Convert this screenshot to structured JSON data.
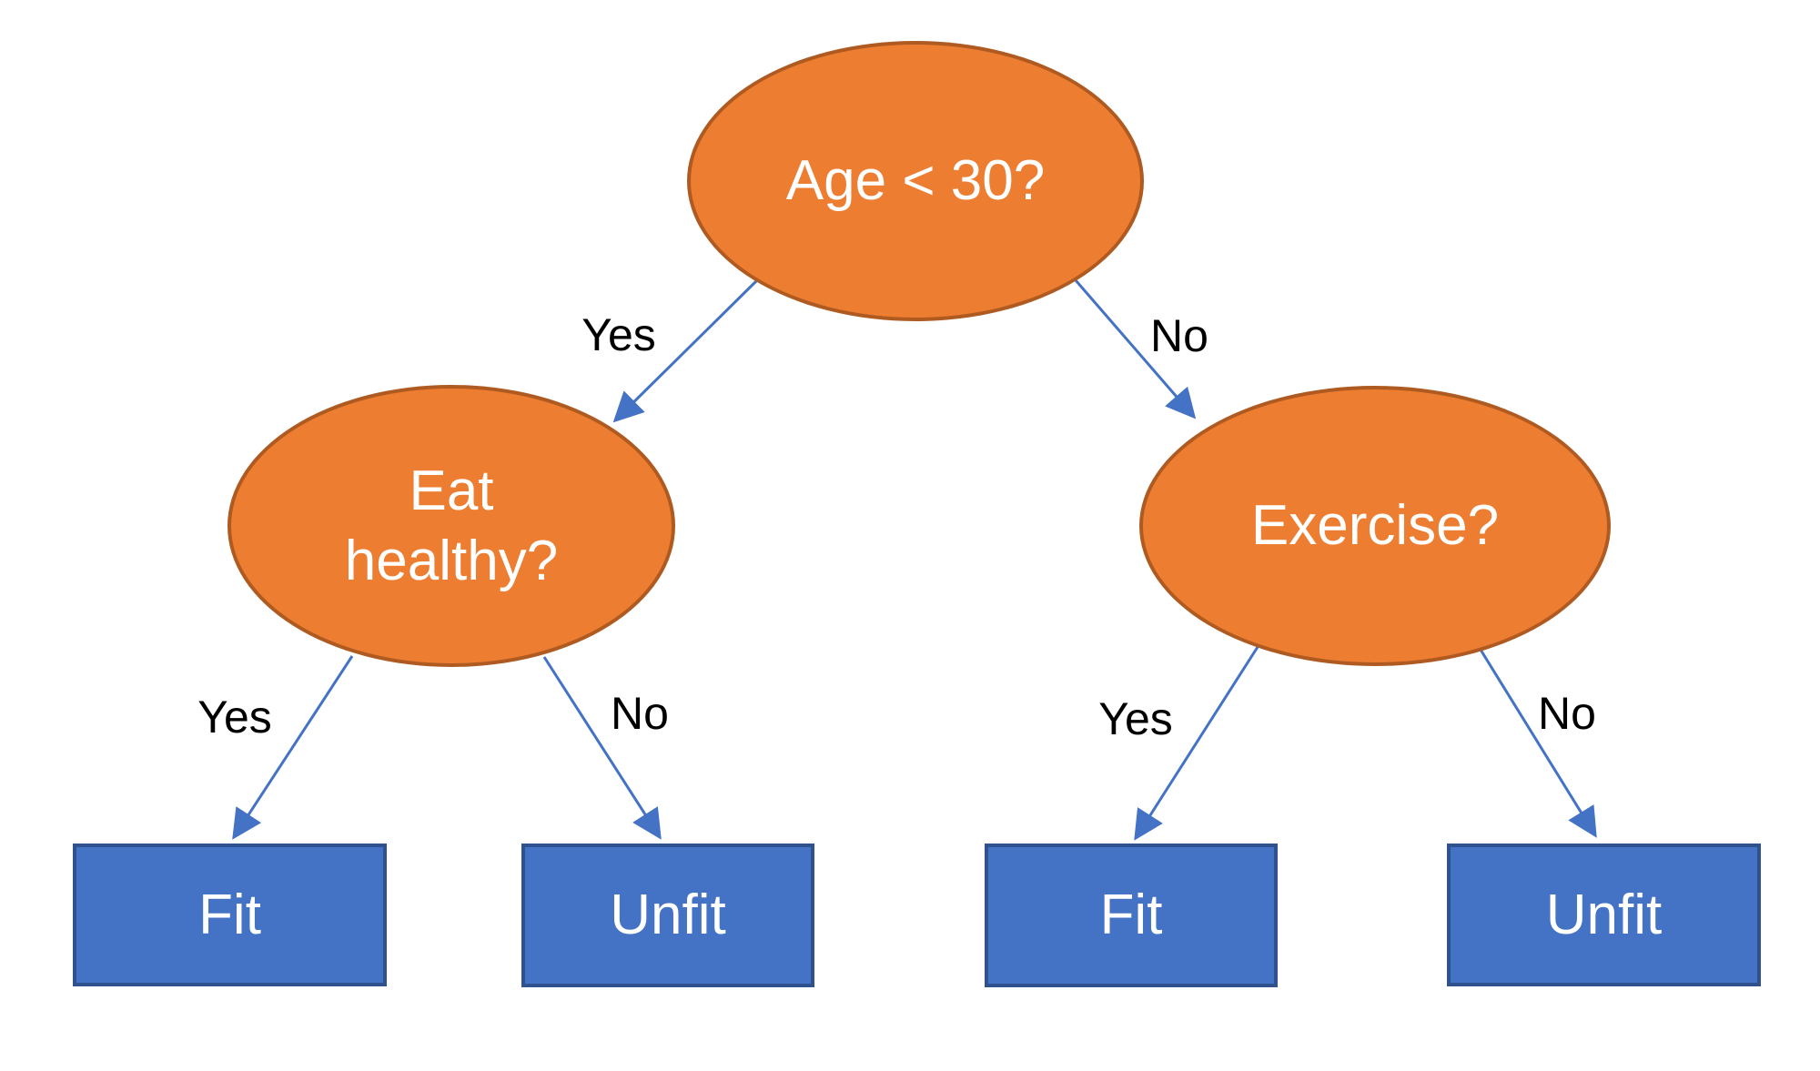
{
  "diagram": {
    "type": "decision-tree",
    "nodes": {
      "root": {
        "label": "Age < 30?",
        "shape": "ellipse",
        "role": "decision"
      },
      "eat_healthy": {
        "label": "Eat healthy?",
        "shape": "ellipse",
        "role": "decision"
      },
      "exercise": {
        "label": "Exercise?",
        "shape": "ellipse",
        "role": "decision"
      },
      "fit_left": {
        "label": "Fit",
        "shape": "rectangle",
        "role": "outcome"
      },
      "unfit_left": {
        "label": "Unfit",
        "shape": "rectangle",
        "role": "outcome"
      },
      "fit_right": {
        "label": "Fit",
        "shape": "rectangle",
        "role": "outcome"
      },
      "unfit_right": {
        "label": "Unfit",
        "shape": "rectangle",
        "role": "outcome"
      }
    },
    "edges": {
      "root_yes": {
        "label": "Yes",
        "from": "root",
        "to": "eat_healthy"
      },
      "root_no": {
        "label": "No",
        "from": "root",
        "to": "exercise"
      },
      "eat_yes": {
        "label": "Yes",
        "from": "eat_healthy",
        "to": "fit_left"
      },
      "eat_no": {
        "label": "No",
        "from": "eat_healthy",
        "to": "unfit_left"
      },
      "exercise_yes": {
        "label": "Yes",
        "from": "exercise",
        "to": "fit_right"
      },
      "exercise_no": {
        "label": "No",
        "from": "exercise",
        "to": "unfit_right"
      }
    },
    "colors": {
      "decision_fill": "#ED7D31",
      "decision_border": "#AE5A21",
      "outcome_fill": "#4472C4",
      "outcome_border": "#2F528F",
      "connector": "#4472C4",
      "node_text": "#FFFFFF",
      "label_text": "#000000",
      "background": "#FFFFFF"
    }
  }
}
